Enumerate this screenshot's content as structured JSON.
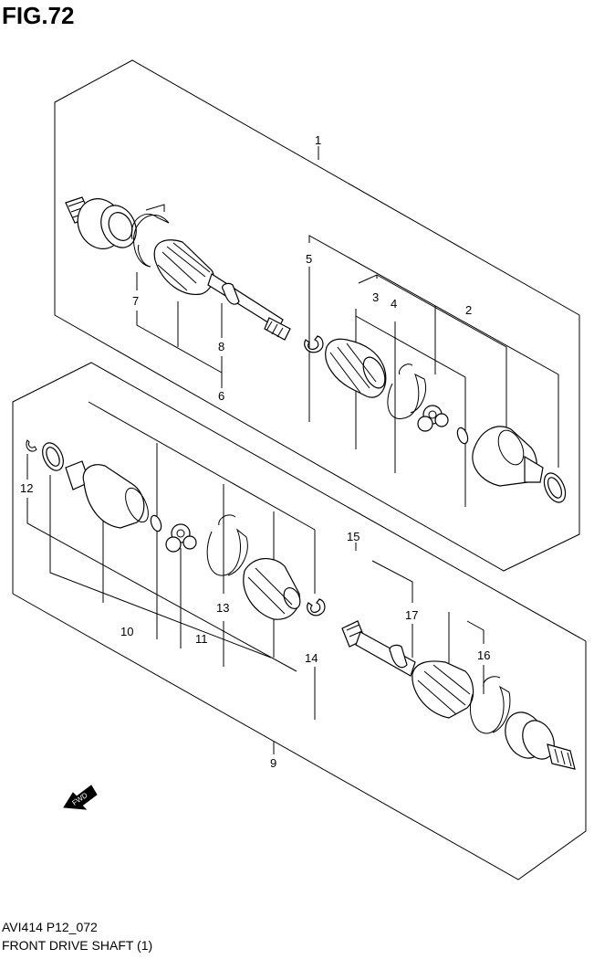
{
  "figure_title": "FIG.72",
  "footer": {
    "code": "AVI414 P12_072",
    "name": "FRONT DRIVE SHAFT (1)"
  },
  "fwd_arrow_label": "FWD",
  "callouts": {
    "c1": "1",
    "c2": "2",
    "c3": "3",
    "c4": "4",
    "c5": "5",
    "c6": "6",
    "c7": "7",
    "c8": "8",
    "c9": "9",
    "c10": "10",
    "c11": "11",
    "c12": "12",
    "c13": "13",
    "c14": "14",
    "c15": "15",
    "c16": "16",
    "c17": "17"
  }
}
